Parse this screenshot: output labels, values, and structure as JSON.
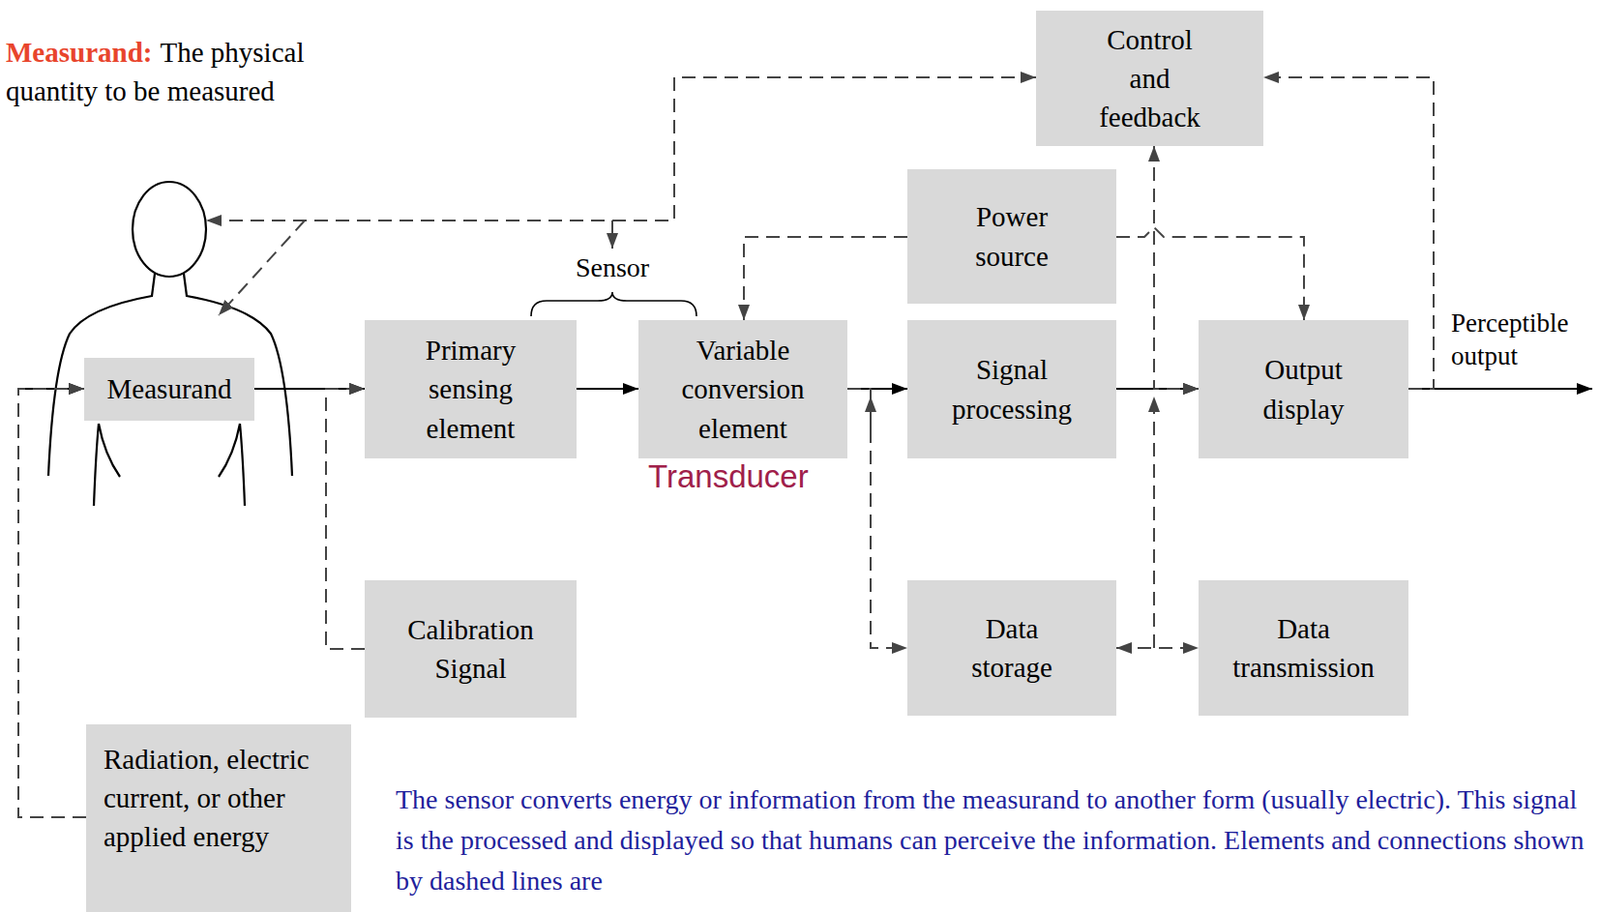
{
  "diagram": {
    "caption": "The sensor converts energy or information from the measurand to another form (usually electric). This signal is the processed and displayed so that humans can perceive the information. Elements and connections shown by dashed lines are",
    "nodes": [
      {
        "text": [
          "Control and feedback"
        ]
      },
      {
        "text": [
          "Power source"
        ]
      },
      {
        "text": [
          "Measurand"
        ]
      },
      {
        "text": [
          "Primary sensing element"
        ]
      },
      {
        "text": [
          "Variable conversion element"
        ]
      },
      {
        "text": [
          "Signal processing"
        ]
      },
      {
        "text": [
          "Output display"
        ]
      },
      {
        "text": [
          "Calibration Signal"
        ]
      },
      {
        "text": [
          "Data storage"
        ]
      },
      {
        "text": [
          "Data transmission"
        ]
      },
      {
        "text": [
          "Radiation, electric current, or other applied energy"
        ]
      }
    ],
    "edges": [
      {
        "from": 2,
        "to": 3,
        "arrow": "to"
      },
      {
        "from": 3,
        "to": 4,
        "arrow": "to"
      },
      {
        "from": 4,
        "to": 5,
        "arrow": "to"
      },
      {
        "from": 5,
        "to": 6,
        "arrow": "to"
      },
      {
        "from": 10,
        "to": 2,
        "arrow": "to"
      },
      {
        "from": 7,
        "to": 3,
        "arrow": "to"
      },
      {
        "from": 1,
        "to": 4,
        "arrow": "to"
      },
      {
        "from": 1,
        "to": 6,
        "arrow": "to"
      },
      {
        "from": 0,
        "to": 2,
        "arrow": "both"
      },
      {
        "from": 6,
        "to": 0,
        "arrow": "to"
      },
      {
        "from": 0,
        "to": 6,
        "arrow": "both"
      },
      {
        "from": 4,
        "to": 8,
        "arrow": "to"
      },
      {
        "from": 8,
        "to": 9,
        "arrow": "both"
      }
    ],
    "labels": [
      "Measurand:",
      "The physical quantity to be measured",
      "Sensor",
      "Transducer",
      "Perceptible output"
    ]
  }
}
